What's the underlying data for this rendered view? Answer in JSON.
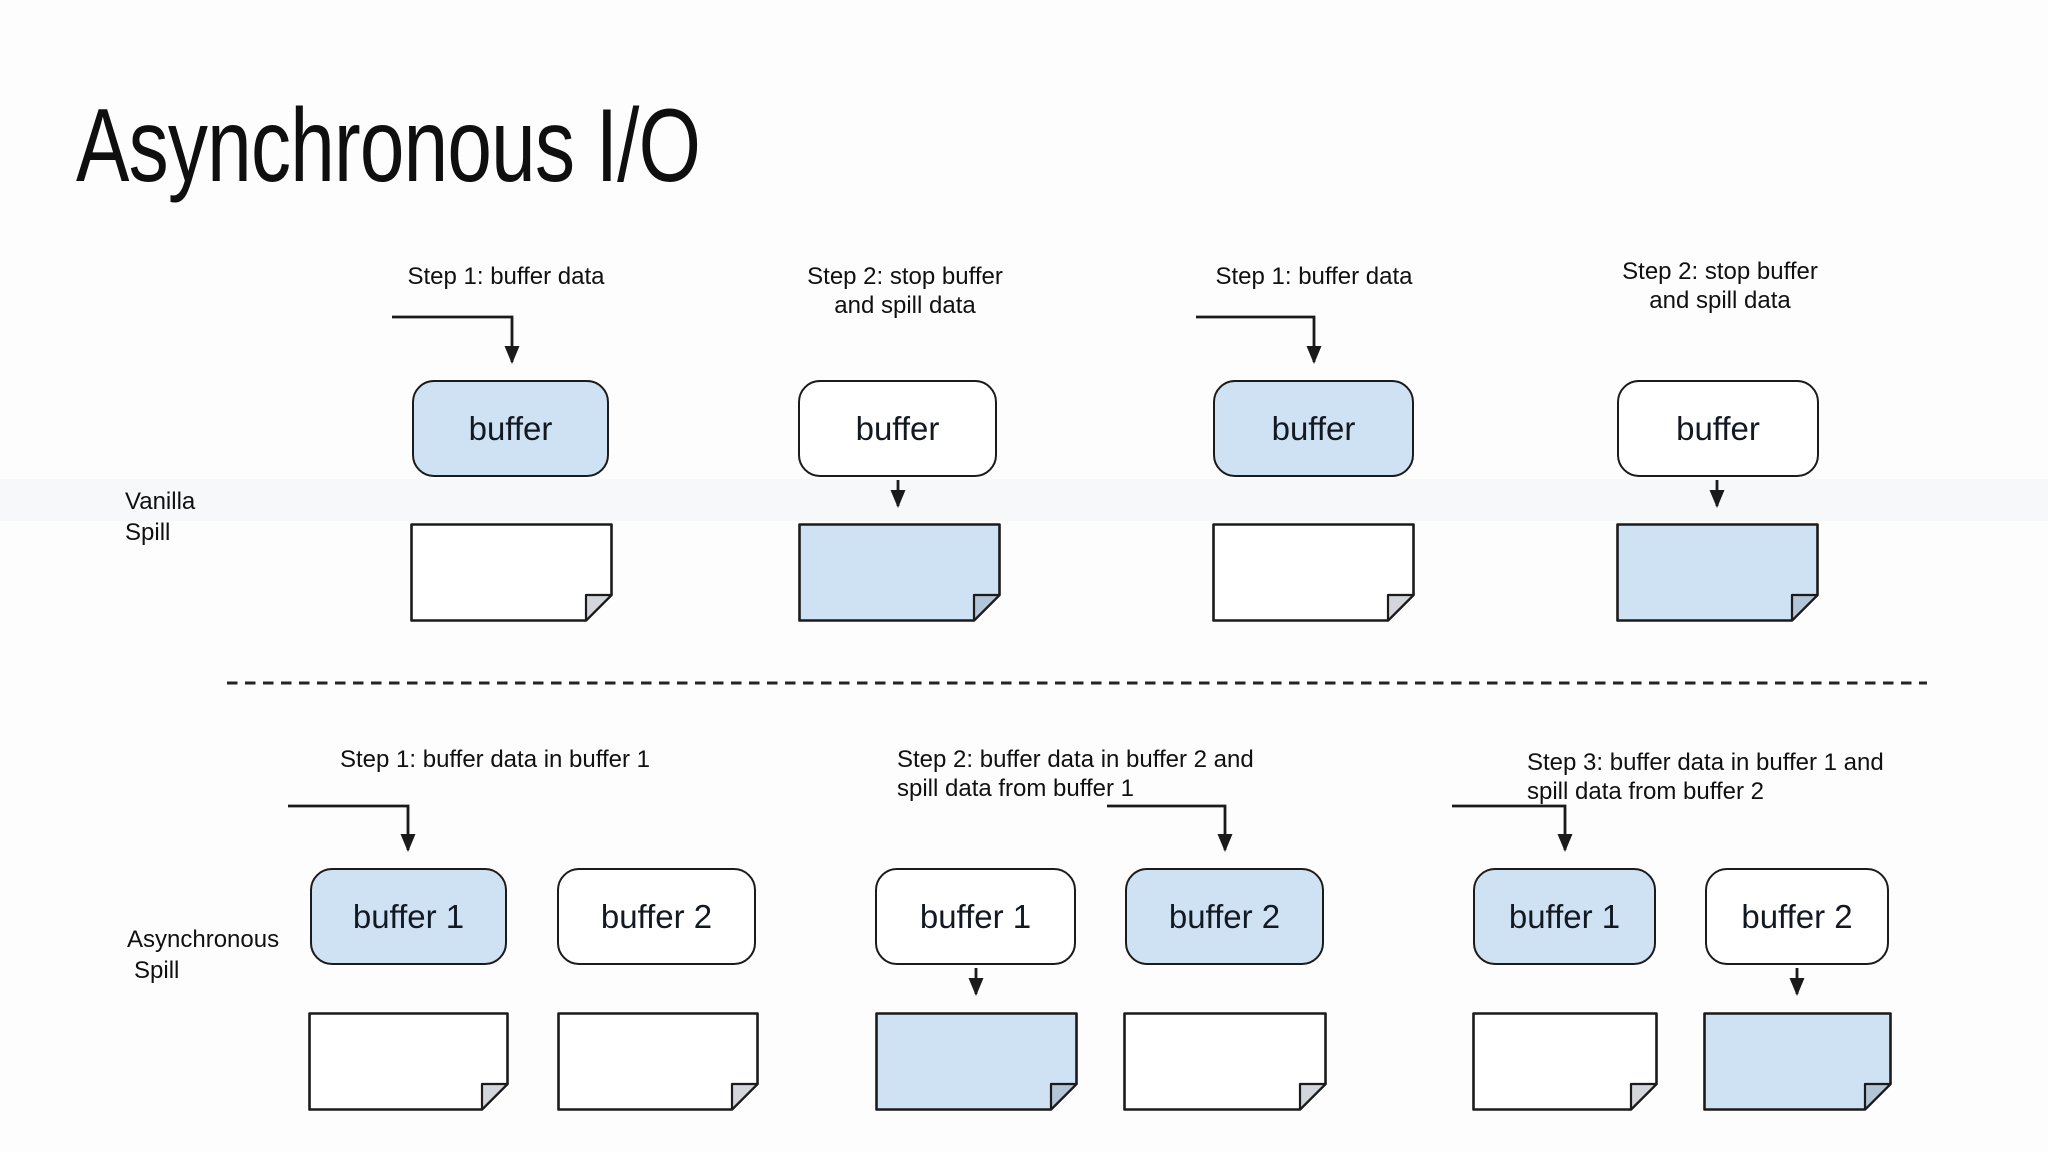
{
  "title": "Asynchronous I/O",
  "colors": {
    "highlight_fill": "#cfe2f3",
    "shape_stroke": "#1b1b1b",
    "background": "#fdfdfe",
    "text": "#111111"
  },
  "vanilla_row": {
    "label_line1": "Vanilla",
    "label_line2": "Spill",
    "columns": [
      {
        "step_line1": "Step 1: buffer data",
        "step_line2": "",
        "buffer_label": "buffer",
        "buffer_filled": true,
        "doc_filled": false,
        "arrow": "elbow-into-buffer"
      },
      {
        "step_line1": "Step 2: stop buffer",
        "step_line2": "and spill data",
        "buffer_label": "buffer",
        "buffer_filled": false,
        "doc_filled": true,
        "arrow": "buffer-to-doc"
      },
      {
        "step_line1": "Step 1: buffer data",
        "step_line2": "",
        "buffer_label": "buffer",
        "buffer_filled": true,
        "doc_filled": false,
        "arrow": "elbow-into-buffer"
      },
      {
        "step_line1": "Step 2: stop buffer",
        "step_line2": "and spill data",
        "buffer_label": "buffer",
        "buffer_filled": false,
        "doc_filled": true,
        "arrow": "buffer-to-doc"
      }
    ]
  },
  "async_row": {
    "label_line1": "Asynchronous",
    "label_line2": "Spill",
    "groups": [
      {
        "step_line1": "Step 1: buffer data in buffer 1",
        "step_line2": "",
        "buffer1_label": "buffer 1",
        "buffer2_label": "buffer 2",
        "buffer1_filled": true,
        "buffer2_filled": false,
        "doc1_filled": false,
        "doc2_filled": false,
        "arrows": [
          "elbow-into-buffer1"
        ]
      },
      {
        "step_line1": "Step 2: buffer data in buffer 2 and",
        "step_line2": "spill data from buffer 1",
        "buffer1_label": "buffer 1",
        "buffer2_label": "buffer 2",
        "buffer1_filled": false,
        "buffer2_filled": true,
        "doc1_filled": true,
        "doc2_filled": false,
        "arrows": [
          "elbow-into-buffer2",
          "buffer1-to-doc1"
        ]
      },
      {
        "step_line1": "Step 3: buffer data in buffer 1 and",
        "step_line2": "spill data from buffer 2",
        "buffer1_label": "buffer 1",
        "buffer2_label": "buffer 2",
        "buffer1_filled": true,
        "buffer2_filled": false,
        "doc1_filled": false,
        "doc2_filled": true,
        "arrows": [
          "elbow-into-buffer1",
          "buffer2-to-doc2"
        ]
      }
    ]
  }
}
